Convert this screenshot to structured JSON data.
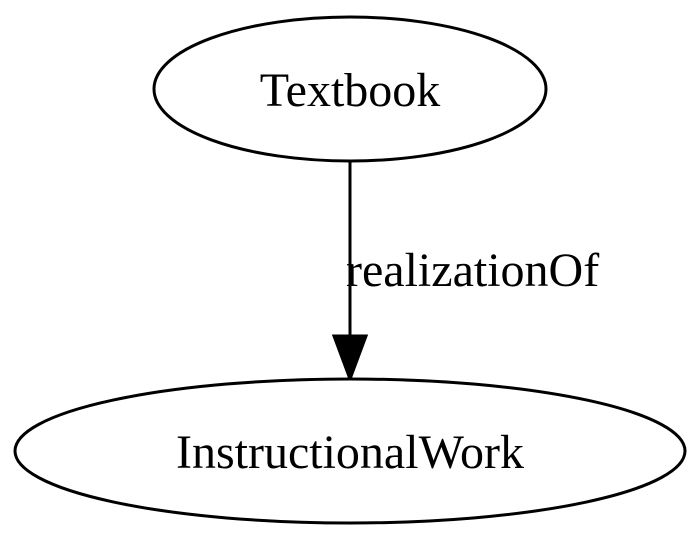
{
  "diagram": {
    "nodes": [
      {
        "id": "textbook",
        "label": "Textbook"
      },
      {
        "id": "instructional-work",
        "label": "InstructionalWork"
      }
    ],
    "edges": [
      {
        "from": "textbook",
        "to": "instructional-work",
        "label": "realizationOf"
      }
    ],
    "colors": {
      "stroke": "#000000",
      "fill": "#ffffff",
      "text": "#000000"
    }
  }
}
